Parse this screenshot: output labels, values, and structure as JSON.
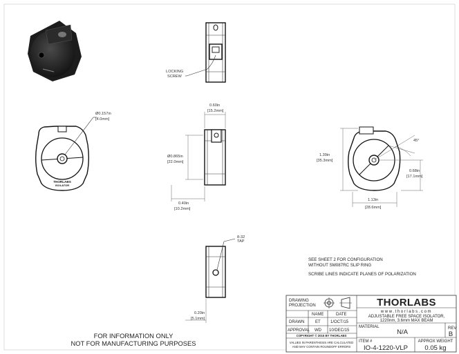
{
  "views": {
    "top": {
      "callout": [
        "LOCKING",
        "SCREW"
      ]
    },
    "left": {
      "aperture_in": "Ø0.157in",
      "aperture_mm": "[4.0mm]",
      "engraving": [
        "THORLABS",
        "ISOLATOR"
      ]
    },
    "center": {
      "width_in": "0.60in",
      "width_mm": "[15.2mm]",
      "dia_in": "Ø0.865in",
      "dia_mm": "[22.0mm]",
      "offset_in": "0.40in",
      "offset_mm": "[10.2mm]"
    },
    "right": {
      "height_in": "1.39in",
      "height_mm": "[35.3mm]",
      "angle": "45°",
      "center_in": "0.68in",
      "center_mm": "[17.1mm]",
      "width_in": "1.13in",
      "width_mm": "[28.6mm]"
    },
    "bottom": {
      "tap": [
        "8-32",
        "TAP"
      ],
      "offset_in": "0.20in",
      "offset_mm": "[5.1mm]"
    }
  },
  "notes": [
    "SEE SHEET 2 FOR CONFIGURATION",
    "WITHOUT SM087RC SLIP RING",
    "SCRIBE LINES INDICATE PLANES OF POLARIZATION"
  ],
  "title_block": {
    "projection_label": [
      "DRAWING",
      "PROJECTION"
    ],
    "col_name": "NAME",
    "col_date": "DATE",
    "rows": [
      {
        "label": "DRAWN",
        "name": "ET",
        "date": "1/OCT/15"
      },
      {
        "label": "APPROVAL",
        "name": "WD",
        "date": "10/DEC/15"
      }
    ],
    "copyright": "COPYRIGHT © 2015 BY THORLABS",
    "disclaimer": [
      "VALUES IN PARENTHESIS ARE CALCULATED",
      "AND MAY CONTAIN ROUNDOFF ERRORS"
    ],
    "brand": "THORLABS",
    "website": "www.thorlabs.com",
    "description": [
      "ADJUSTABLE FREE SPACE ISOLATOR,",
      "1220nm, 3.6mm MAX BEAM"
    ],
    "material_label": "MATERIAL",
    "material_value": "N/A",
    "rev_label": "REV",
    "rev_value": "B",
    "item_label": "ITEM #",
    "item_value": "IO-4-1220-VLP",
    "weight_label": "APPROX WEIGHT",
    "weight_value": "0.05 kg"
  },
  "footer": [
    "FOR INFORMATION ONLY",
    "NOT FOR MANUFACTURING PURPOSES"
  ]
}
